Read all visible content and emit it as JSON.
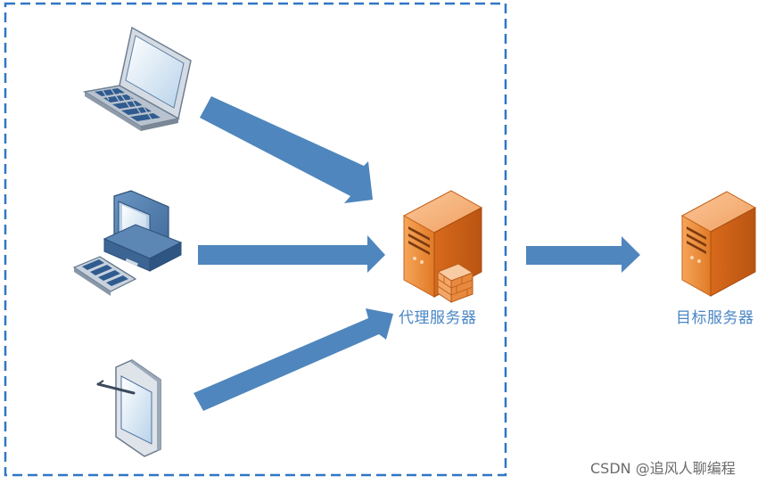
{
  "diagram": {
    "proxy_label": "代理服务器",
    "target_label": "目标服务器",
    "watermark": "CSDN @追风人聊编程",
    "icons": [
      "laptop-icon",
      "desktop-computer-icon",
      "tablet-pen-icon",
      "server-icon",
      "firewall-icon"
    ],
    "colors": {
      "arrow": "#4f86bd",
      "dashed_border": "#2f76c6",
      "server_orange": "#e98a3a",
      "label": "#4a86c4"
    }
  }
}
